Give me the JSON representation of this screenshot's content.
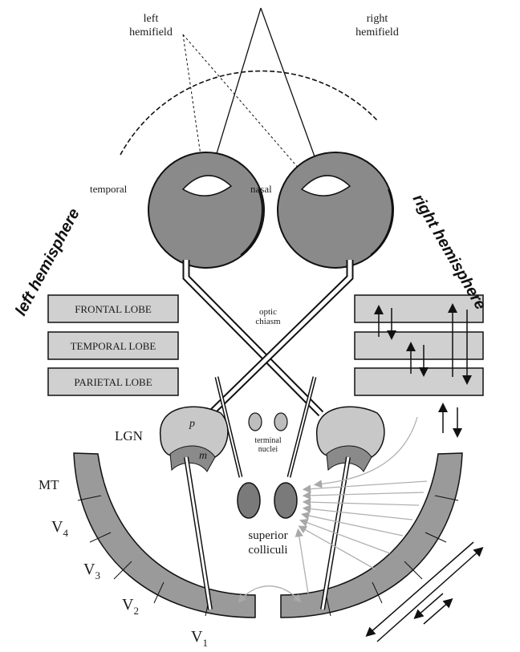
{
  "hemifields": {
    "left": [
      "left",
      "hemifield"
    ],
    "right": [
      "right",
      "hemifield"
    ]
  },
  "eye_labels": {
    "temporal": "temporal",
    "nasal": "nasal"
  },
  "hemispheres": {
    "left": "left hemisphere",
    "right": "right hemisphere"
  },
  "lobes": [
    "FRONTAL LOBE",
    "TEMPORAL LOBE",
    "PARIETAL LOBE"
  ],
  "optic_chiasm": [
    "optic",
    "chiasm"
  ],
  "lgn": {
    "label": "LGN",
    "p": "p",
    "m": "m"
  },
  "terminal_nuclei": [
    "terminal",
    "nuclei"
  ],
  "superior_colliculi": [
    "superior",
    "colliculi"
  ],
  "visual_areas": {
    "mt": "MT",
    "v4": "V",
    "v4_sub": "4",
    "v3": "V",
    "v3_sub": "3",
    "v2": "V",
    "v2_sub": "2",
    "v1": "V",
    "v1_sub": "1"
  },
  "colors": {
    "eye": "#8a8a8a",
    "lobe_box": "#d0d0d0",
    "lgn": "#c8c8c8",
    "colliculus": "#7a7a7a",
    "feedback_arrows": "#b0b0b0"
  }
}
